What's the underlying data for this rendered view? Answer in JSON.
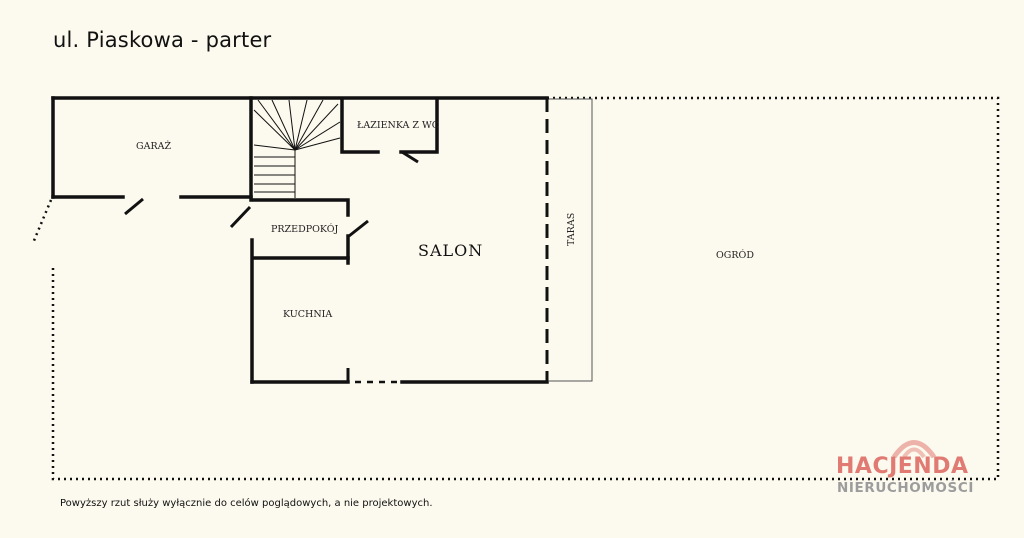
{
  "header": {
    "title": "ul. Piaskowa - parter"
  },
  "rooms": {
    "garaz": "GARAŻ",
    "lazienka": "ŁAZIENKA Z WC",
    "przedpokoj": "PRZEDPOKÓJ",
    "salon": "SALON",
    "kuchnia": "KUCHNIA",
    "taras": "TARAS",
    "ogrod": "OGRÓD"
  },
  "footer": {
    "disclaimer": "Powyższy rzut służy wyłącznie do celów poglądowych, a nie projektowych."
  },
  "logo": {
    "main": "HACJENDA",
    "sub": "NIERUCHOMOŚCI"
  },
  "colors": {
    "wall": "#111111",
    "background": "#fcf9ee",
    "logo_accent": "#e07a72",
    "logo_gray": "#9c9c9c"
  }
}
